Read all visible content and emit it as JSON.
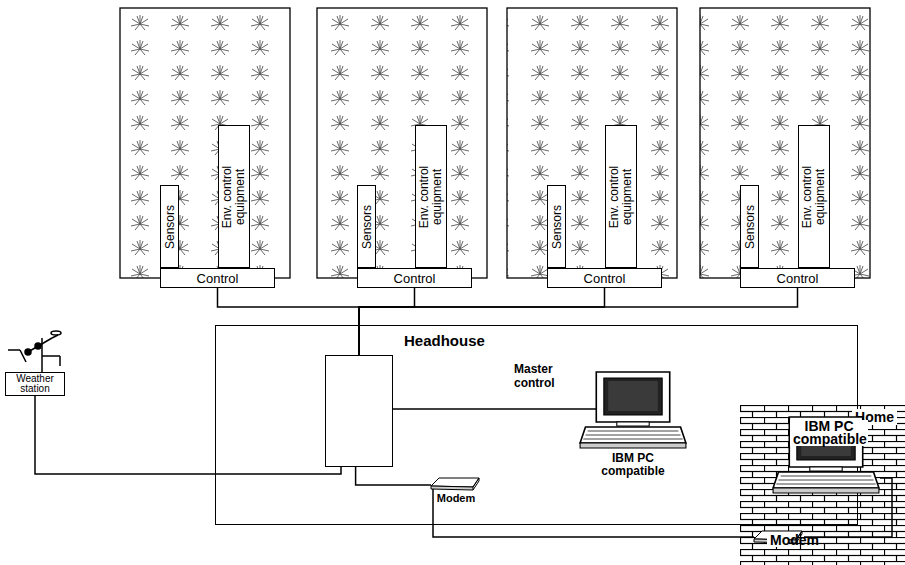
{
  "diagram": {
    "nodes": [
      {
        "text": [
          "Sensors"
        ]
      },
      {
        "text": [
          "Env. control equipment"
        ]
      },
      {
        "text": [
          "Control"
        ]
      },
      {
        "text": [
          "Sensors"
        ]
      },
      {
        "text": [
          "Env. control equipment"
        ]
      },
      {
        "text": [
          "Control"
        ]
      },
      {
        "text": [
          "Sensors"
        ]
      },
      {
        "text": [
          "Env. control equipment"
        ]
      },
      {
        "text": [
          "Control"
        ]
      },
      {
        "text": [
          "Sensors"
        ]
      },
      {
        "text": [
          "Env. control equipment"
        ]
      },
      {
        "text": [
          "Control"
        ]
      },
      {
        "text": [
          "Headhouse"
        ]
      },
      {
        "text": [
          "Master control"
        ],
        "in": 12
      },
      {
        "text": [
          "IBM PC compatible"
        ],
        "in": 12
      },
      {
        "text": [
          "Modem"
        ],
        "in": 12
      },
      {
        "text": [
          "Weather station"
        ]
      },
      {
        "text": [
          "Home"
        ]
      },
      {
        "text": [
          "IBM PC compatible"
        ],
        "in": 17
      },
      {
        "text": [
          "Modem"
        ],
        "in": 17
      }
    ],
    "edges": [
      {
        "from": 2,
        "to": 13,
        "arrow": "none"
      },
      {
        "from": 5,
        "to": 13,
        "arrow": "none"
      },
      {
        "from": 8,
        "to": 13,
        "arrow": "none"
      },
      {
        "from": 11,
        "to": 13,
        "arrow": "none"
      },
      {
        "from": 16,
        "to": 13,
        "arrow": "none"
      },
      {
        "from": 13,
        "to": 14,
        "arrow": "none"
      },
      {
        "from": 13,
        "to": 15,
        "arrow": "none"
      },
      {
        "from": 15,
        "to": 19,
        "arrow": "none"
      },
      {
        "from": 19,
        "to": 18,
        "arrow": "none"
      }
    ]
  }
}
